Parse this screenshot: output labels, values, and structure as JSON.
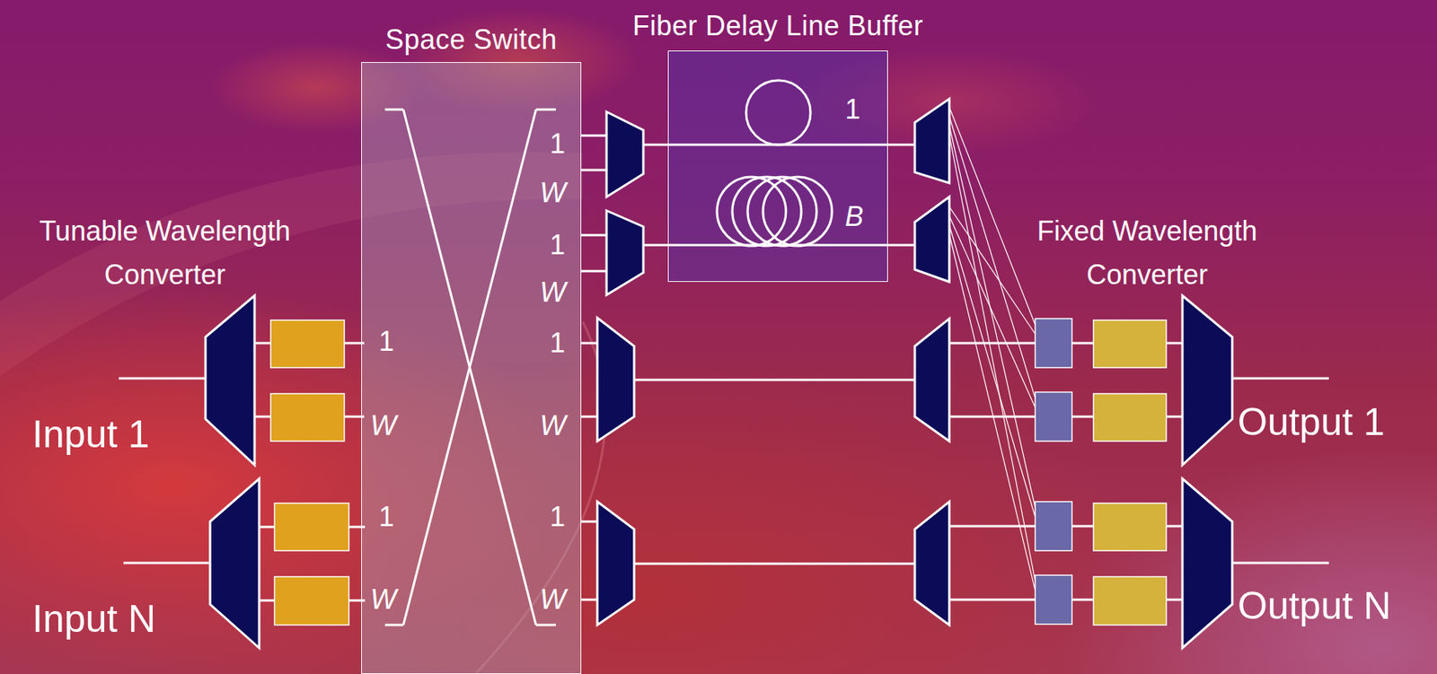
{
  "diagram": {
    "nodes": [
      {
        "text": [
          "Space Switch"
        ]
      },
      {
        "text": [
          "Fiber Delay Line Buffer"
        ]
      }
    ],
    "labels": [
      "1",
      "B",
      "1",
      "W",
      "1",
      "W",
      "1",
      "W",
      "1",
      "W",
      "1",
      "W",
      "1",
      "W",
      "Tunable Wavelength Converter",
      "Fixed Wavelength Converter",
      "Input 1",
      "Input N",
      "Output 1",
      "Output N"
    ]
  }
}
